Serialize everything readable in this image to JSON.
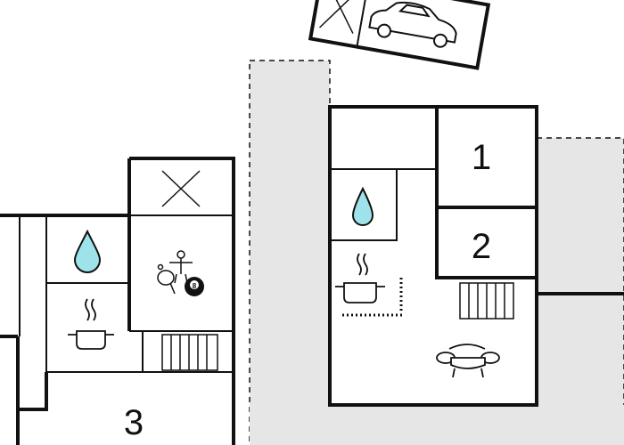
{
  "floorplan": {
    "room_numbers": [
      "1",
      "2",
      "3"
    ],
    "billiard_ball_number": "8",
    "colors": {
      "wall": "#111111",
      "terrace": "#e6e6e6",
      "water": "#9fe3ea",
      "background": "#ffffff"
    },
    "icons": [
      "carport-icon",
      "car-icon",
      "water-drop-icon",
      "kitchen-pot-icon",
      "radiator-icon",
      "table-tennis-icon",
      "billiard-ball-icon",
      "foosball-icon",
      "sofa-icon",
      "no-access-cross-icon"
    ]
  }
}
